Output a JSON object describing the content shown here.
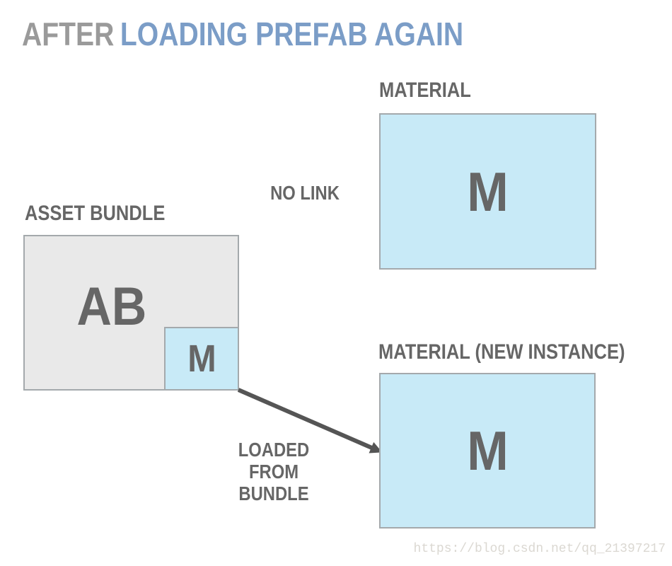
{
  "title": {
    "prefix": "AFTER",
    "highlight": "LOADING PREFAB AGAIN"
  },
  "diagram": {
    "material": {
      "label": "MATERIAL",
      "letter": "M"
    },
    "no_link_label": "NO LINK",
    "asset_bundle": {
      "label": "ASSET BUNDLE",
      "letter": "AB",
      "material_letter": "M"
    },
    "loaded_label_line1": "LOADED FROM",
    "loaded_label_line2": "BUNDLE",
    "material_new": {
      "label": "MATERIAL (NEW INSTANCE)",
      "letter": "M"
    }
  },
  "watermark": "https://blog.csdn.net/qq_21397217",
  "colors": {
    "title_gray": "#9a9a9a",
    "title_blue": "#7b9dc7",
    "text_dark": "#666666",
    "gray_fill": "#e9e9e9",
    "blue_fill": "#c8eaf7",
    "border_gray": "#a4a9ac",
    "arrow": "#555555",
    "watermark": "#dbd8d2"
  }
}
